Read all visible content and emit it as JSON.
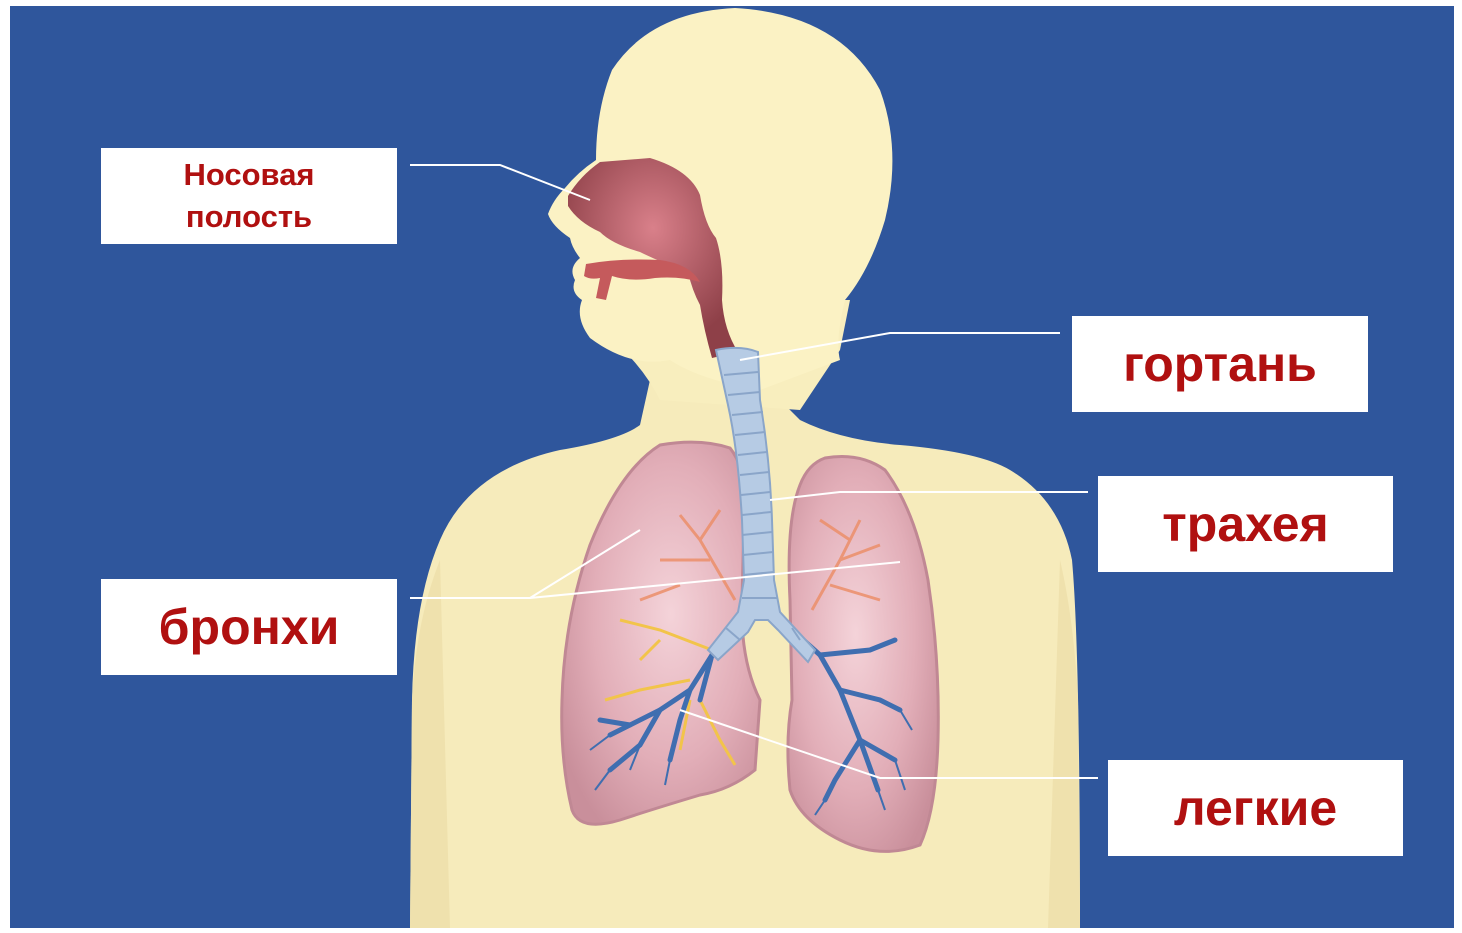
{
  "diagram": {
    "labels": {
      "nasal_cavity_line1": "Носовая",
      "nasal_cavity_line2": "полость",
      "larynx": "гортань",
      "trachea": "трахея",
      "bronchi": "бронхи",
      "lungs": "легкие"
    },
    "colors": {
      "background": "#2f569c",
      "body": "#f8eebe",
      "head": "#fbf2c4",
      "nasal_cavity": "#a8545a",
      "trachea": "#b6cbe4",
      "lung_fill": "#d9a3ae",
      "bronchi_blue": "#3f6eb0",
      "bronchi_yellow": "#f2c44a",
      "label_text": "#b01010",
      "label_bg": "#ffffff",
      "leader_line": "#ffffff"
    }
  }
}
